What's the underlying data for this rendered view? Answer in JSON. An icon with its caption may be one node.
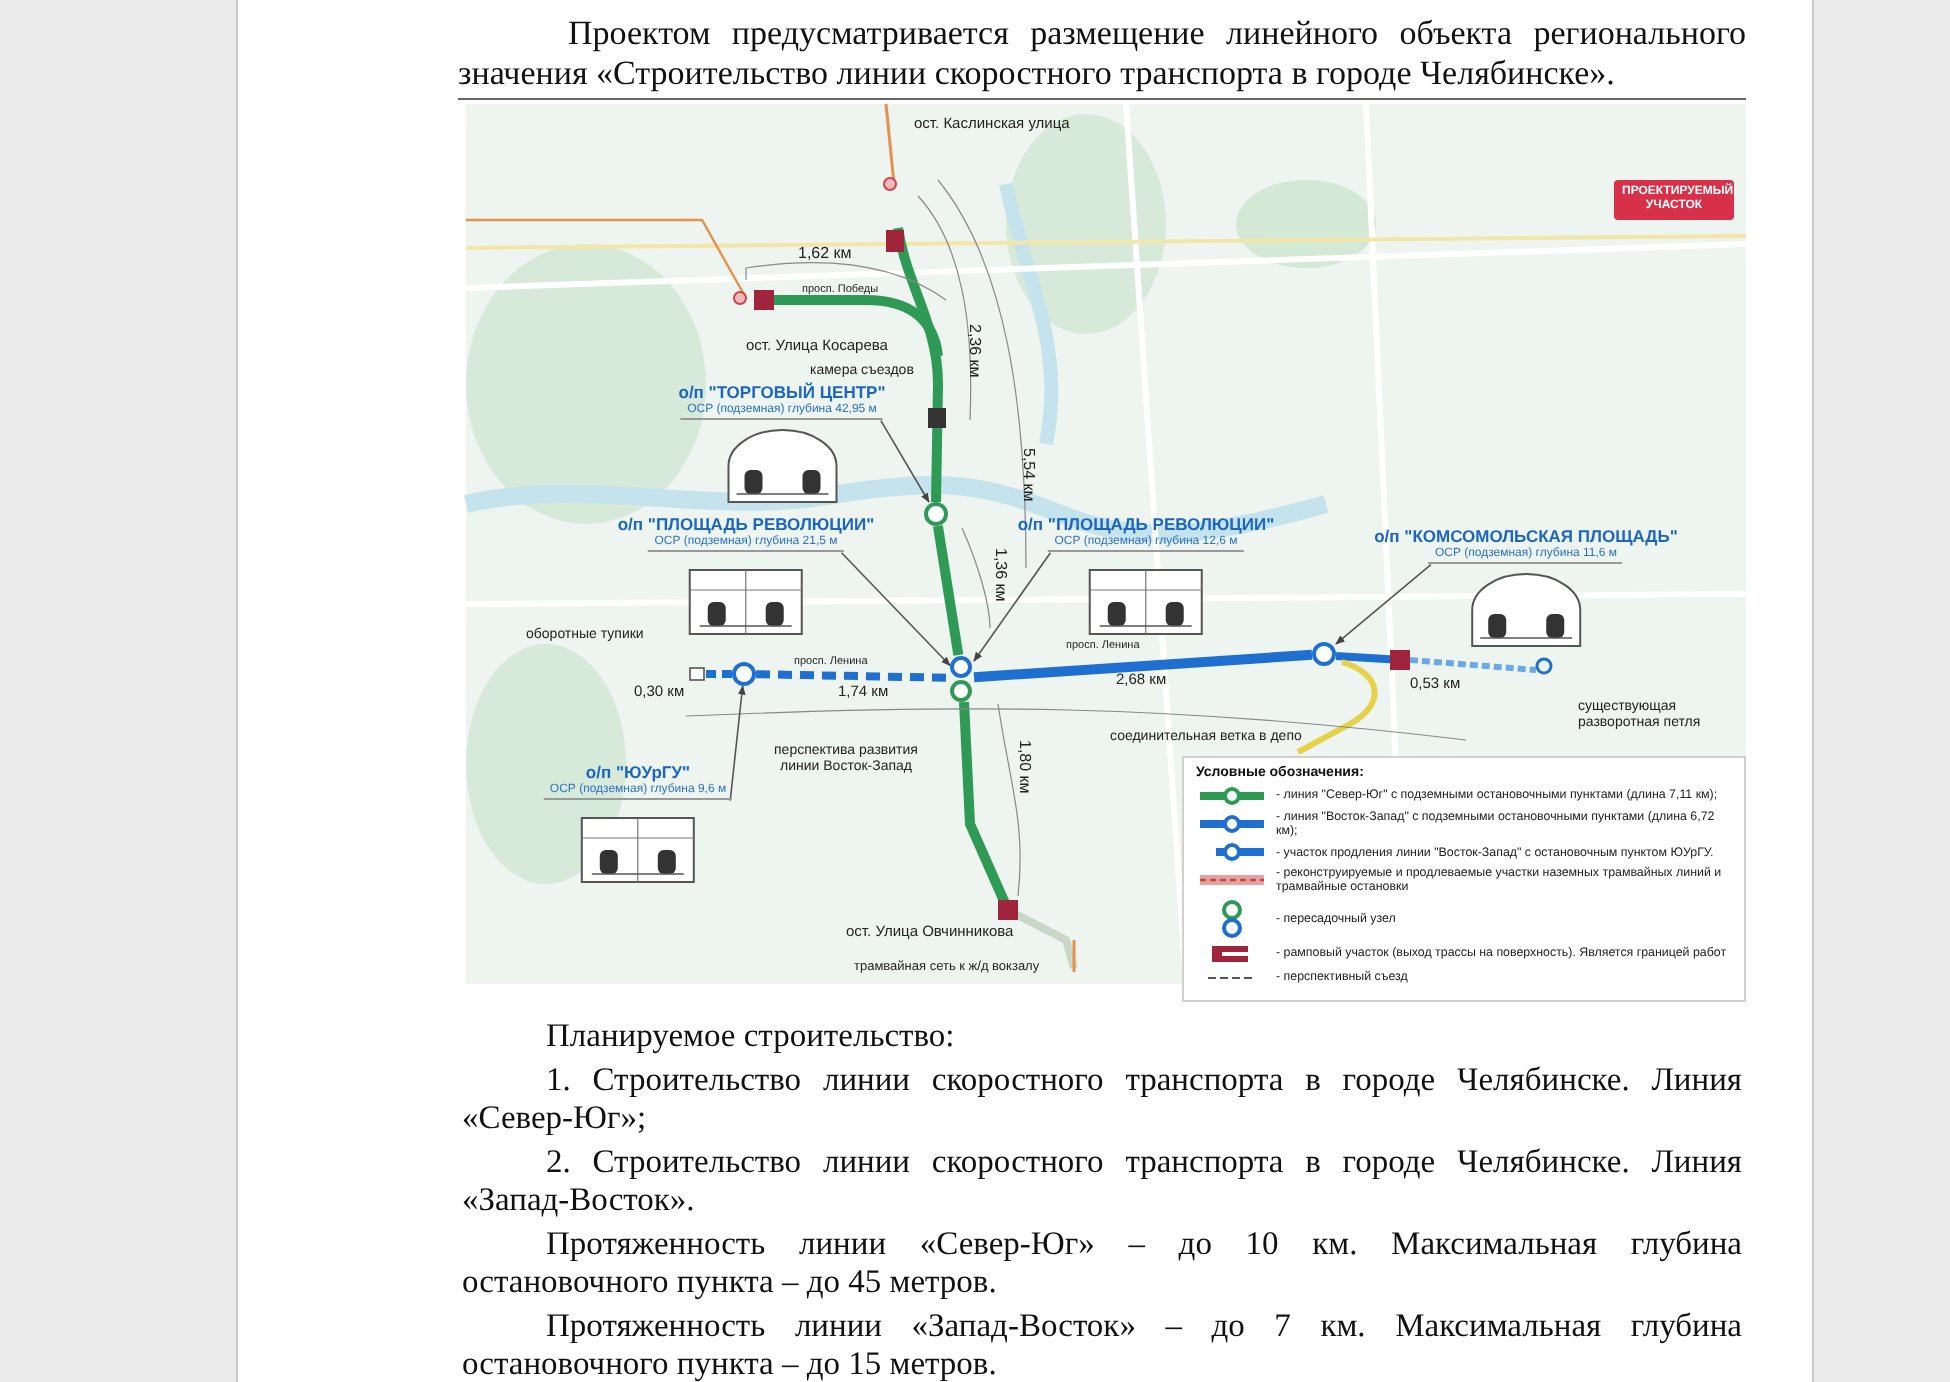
{
  "diagram": {
    "nodes": [
      {
        "text": [
          "о/п \"ТОРГОВЫЙ ЦЕНТР\"",
          "ОСР (подземная) глубина 42,95 м"
        ]
      },
      {
        "text": [
          "о/п \"ПЛОЩАДЬ РЕВОЛЮЦИИ\"",
          "ОСР (подземная) глубина 21,5 м"
        ]
      },
      {
        "text": [
          "о/п \"ПЛОЩАДЬ РЕВОЛЮЦИИ\"",
          "ОСР (подземная) глубина 12,6 м"
        ]
      },
      {
        "text": [
          "о/п \"КОМСОМОЛЬСКАЯ ПЛОЩАДЬ\"",
          "ОСР (подземная) глубина 11,6 м"
        ]
      },
      {
        "text": [
          "о/п \"ЮУрГУ\"",
          "ОСР (подземная) глубина 9,6 м"
        ]
      },
      {
        "text": [],
        "shape": "circle"
      },
      {
        "text": [],
        "shape": "circle"
      },
      {
        "text": [],
        "shape": "circle"
      },
      {
        "text": [],
        "shape": "circle"
      }
    ],
    "edges": [
      {
        "from": 0,
        "to": 5,
        "arrow": "to"
      },
      {
        "from": 1,
        "to": 7,
        "arrow": "to"
      },
      {
        "from": 2,
        "to": 7,
        "arrow": "to"
      },
      {
        "from": 3,
        "to": 8,
        "arrow": "to"
      },
      {
        "from": 4,
        "to": 6,
        "arrow": "to"
      },
      {
        "from": 5,
        "to": 7,
        "arrow": "none",
        "style": "thick",
        "color": "#2e9a55"
      },
      {
        "from": 6,
        "to": 7,
        "arrow": "none",
        "style": "dashed",
        "color": "#1f6fd0"
      },
      {
        "from": 7,
        "to": 8,
        "arrow": "none",
        "style": "thick",
        "color": "#1f6fd0"
      }
    ],
    "labels": [
      "Проектом предусматривается размещение линейного объекта регионального значения «Строительство линии скоростного транспорта в городе Челябинске».",
      "ост. Каслинская улица",
      "ПРОЕКТИРУЕМЫЙ УЧАСТОК",
      "1,62 км",
      "просп. Победы",
      "ост. Улица Косарева",
      "камера съездов",
      "2,36 км",
      "5,54 км",
      "1,36 км",
      "оборотные тупики",
      "просп. Ленина",
      "просп. Ленина",
      "0,30 км",
      "1,74 км",
      "2,68 км",
      "0,53 км",
      "существующая разворотная петля",
      "соединительная ветка в депо",
      "перспектива развития линии Восток-Запад",
      "1,80 км",
      "Условные обозначения:",
      "ост. Улица Овчинникова",
      "трамвайная сеть к ж/д вокзалу",
      "Планируемое строительство:",
      "1. Строительство линии скоростного транспорта в городе Челябинске. Линия «Север-Юг»;",
      "2. Строительство линии скоростного транспорта в городе Челябинске. Линия «Запад-Восток».",
      "Протяженность линии «Север-Юг» – до 10 км. Максимальная глубина остановочного пункта – до 45 метров.",
      "Протяженность линии «Запад-Восток» – до 7 км. Максимальная глубина остановочного пункта – до 15 метров."
    ],
    "legend": [
      {
        "text": "- линия \"Север-Юг\" с подземными остановочными пунктами (длина 7,11 км);"
      },
      {
        "text": "- линия \"Восток-Запад\" с подземными остановочными пунктами (длина 6,72 км);"
      },
      {
        "text": "- участок продления линии \"Восток-Запад\" с остановочным пунктом ЮУрГУ."
      },
      {
        "text": "- реконструируемые и продлеваемые участки наземных трамвайных линий и трамвайные остановки"
      },
      {
        "text": "- пересадочный узел"
      },
      {
        "text": "- рамповый участок (выход трассы на поверхность). Является границей работ"
      },
      {
        "text": "- перспективный съезд"
      }
    ]
  }
}
